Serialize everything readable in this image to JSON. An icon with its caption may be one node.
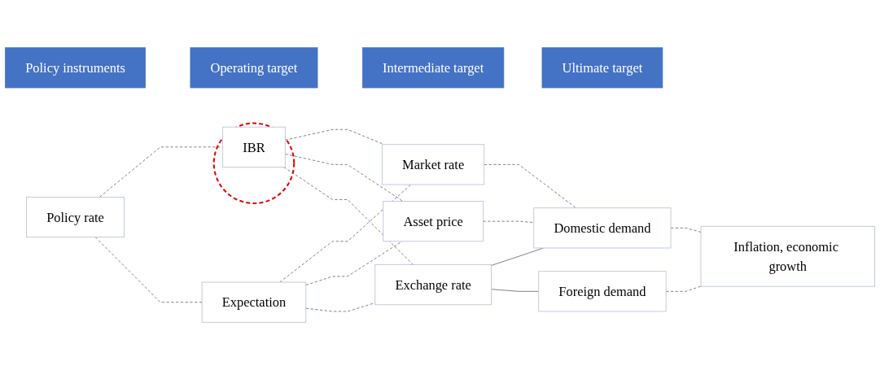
{
  "diagram": {
    "nodes": [
      {
        "text": [
          "Policy instruments"
        ]
      },
      {
        "text": [
          "Operating target"
        ]
      },
      {
        "text": [
          "Intermediate target"
        ]
      },
      {
        "text": [
          "Ultimate target"
        ]
      },
      {
        "text": [
          "Policy rate"
        ]
      },
      {
        "text": [],
        "shape": "circle"
      },
      {
        "text": [
          "IBR"
        ],
        "in": 5
      },
      {
        "text": [
          "Expectation"
        ]
      },
      {
        "text": [
          "Market rate"
        ]
      },
      {
        "text": [
          "Asset price"
        ]
      },
      {
        "text": [
          "Exchange rate"
        ]
      },
      {
        "text": [
          "Domestic demand"
        ]
      },
      {
        "text": [
          "Foreign demand"
        ]
      },
      {
        "text": [
          "Inflation, economic growth"
        ]
      }
    ],
    "edges": [
      {
        "from": 4,
        "to": 6,
        "arrow": "none",
        "style": "dashed"
      },
      {
        "from": 4,
        "to": 7,
        "arrow": "none",
        "style": "dashed"
      },
      {
        "from": 6,
        "to": 8,
        "arrow": "none",
        "style": "dashed"
      },
      {
        "from": 6,
        "to": 9,
        "arrow": "none",
        "style": "dashed"
      },
      {
        "from": 6,
        "to": 10,
        "arrow": "none",
        "style": "dashed"
      },
      {
        "from": 7,
        "to": 8,
        "arrow": "none",
        "style": "dashed"
      },
      {
        "from": 7,
        "to": 9,
        "arrow": "none",
        "style": "dashed"
      },
      {
        "from": 7,
        "to": 10,
        "arrow": "none",
        "style": "dashed"
      },
      {
        "from": 8,
        "to": 11,
        "arrow": "none",
        "style": "dashed"
      },
      {
        "from": 9,
        "to": 11,
        "arrow": "none",
        "style": "dashed"
      },
      {
        "from": 10,
        "to": 11,
        "arrow": "none"
      },
      {
        "from": 10,
        "to": 12,
        "arrow": "none"
      },
      {
        "from": 11,
        "to": 13,
        "arrow": "none",
        "style": "dashed"
      },
      {
        "from": 12,
        "to": 13,
        "arrow": "none",
        "style": "dashed"
      }
    ]
  }
}
